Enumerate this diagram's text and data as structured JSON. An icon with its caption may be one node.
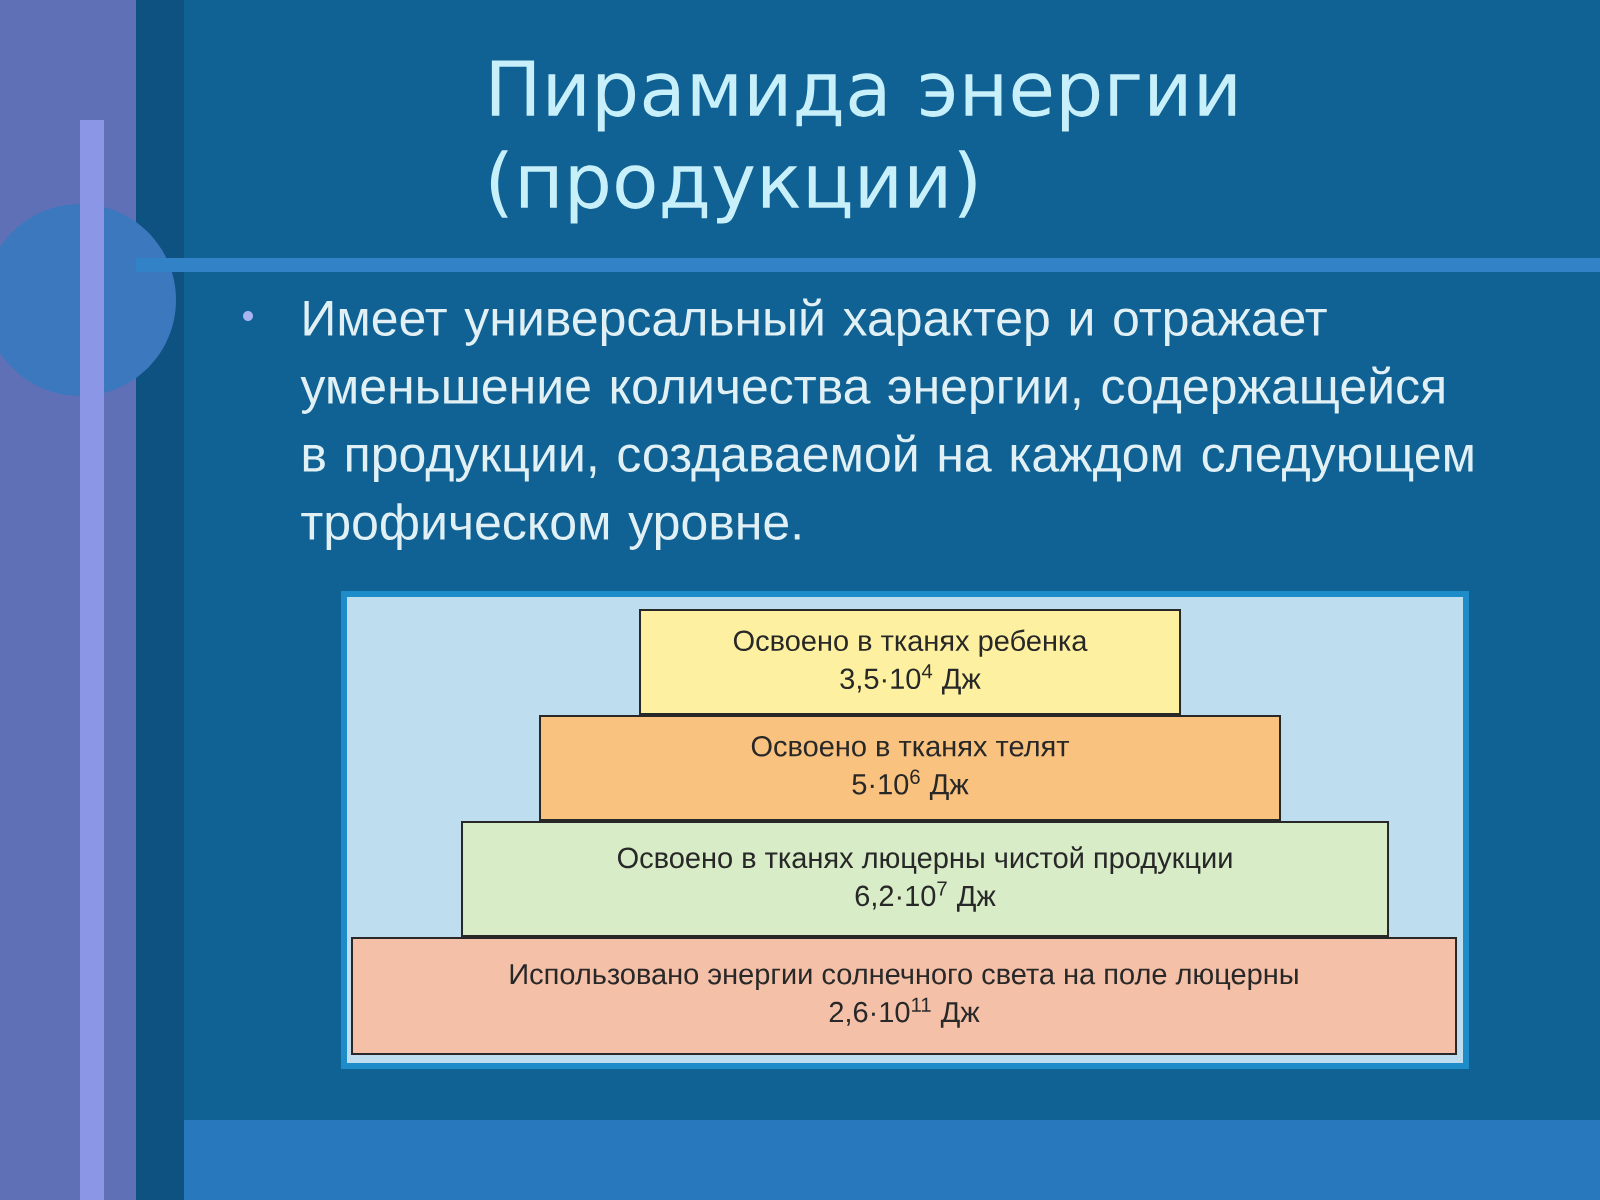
{
  "diagram": {
    "title": "Пирамида энергии (продукции)",
    "nodes": [
      {
        "text": [
          "Освоено в тканях ребенка",
          "3,5·10$^{4}$ Дж"
        ]
      },
      {
        "text": [
          "Освоено в тканях телят",
          "5·10$^{6}$ Дж"
        ]
      },
      {
        "text": [
          "Освоено в тканях люцерны чистой продукции",
          "6,2·10$^{7}$ Дж"
        ]
      },
      {
        "text": [
          "Использовано энергии солнечного света на поле люцерны",
          "2,6·10$^{11}$ Дж"
        ]
      }
    ],
    "labels": [
      "Имеет универсальный характер и отражает уменьшение количества энергии, содержащейся в продукции, создаваемой на каждом следующем трофическом уровне."
    ]
  }
}
